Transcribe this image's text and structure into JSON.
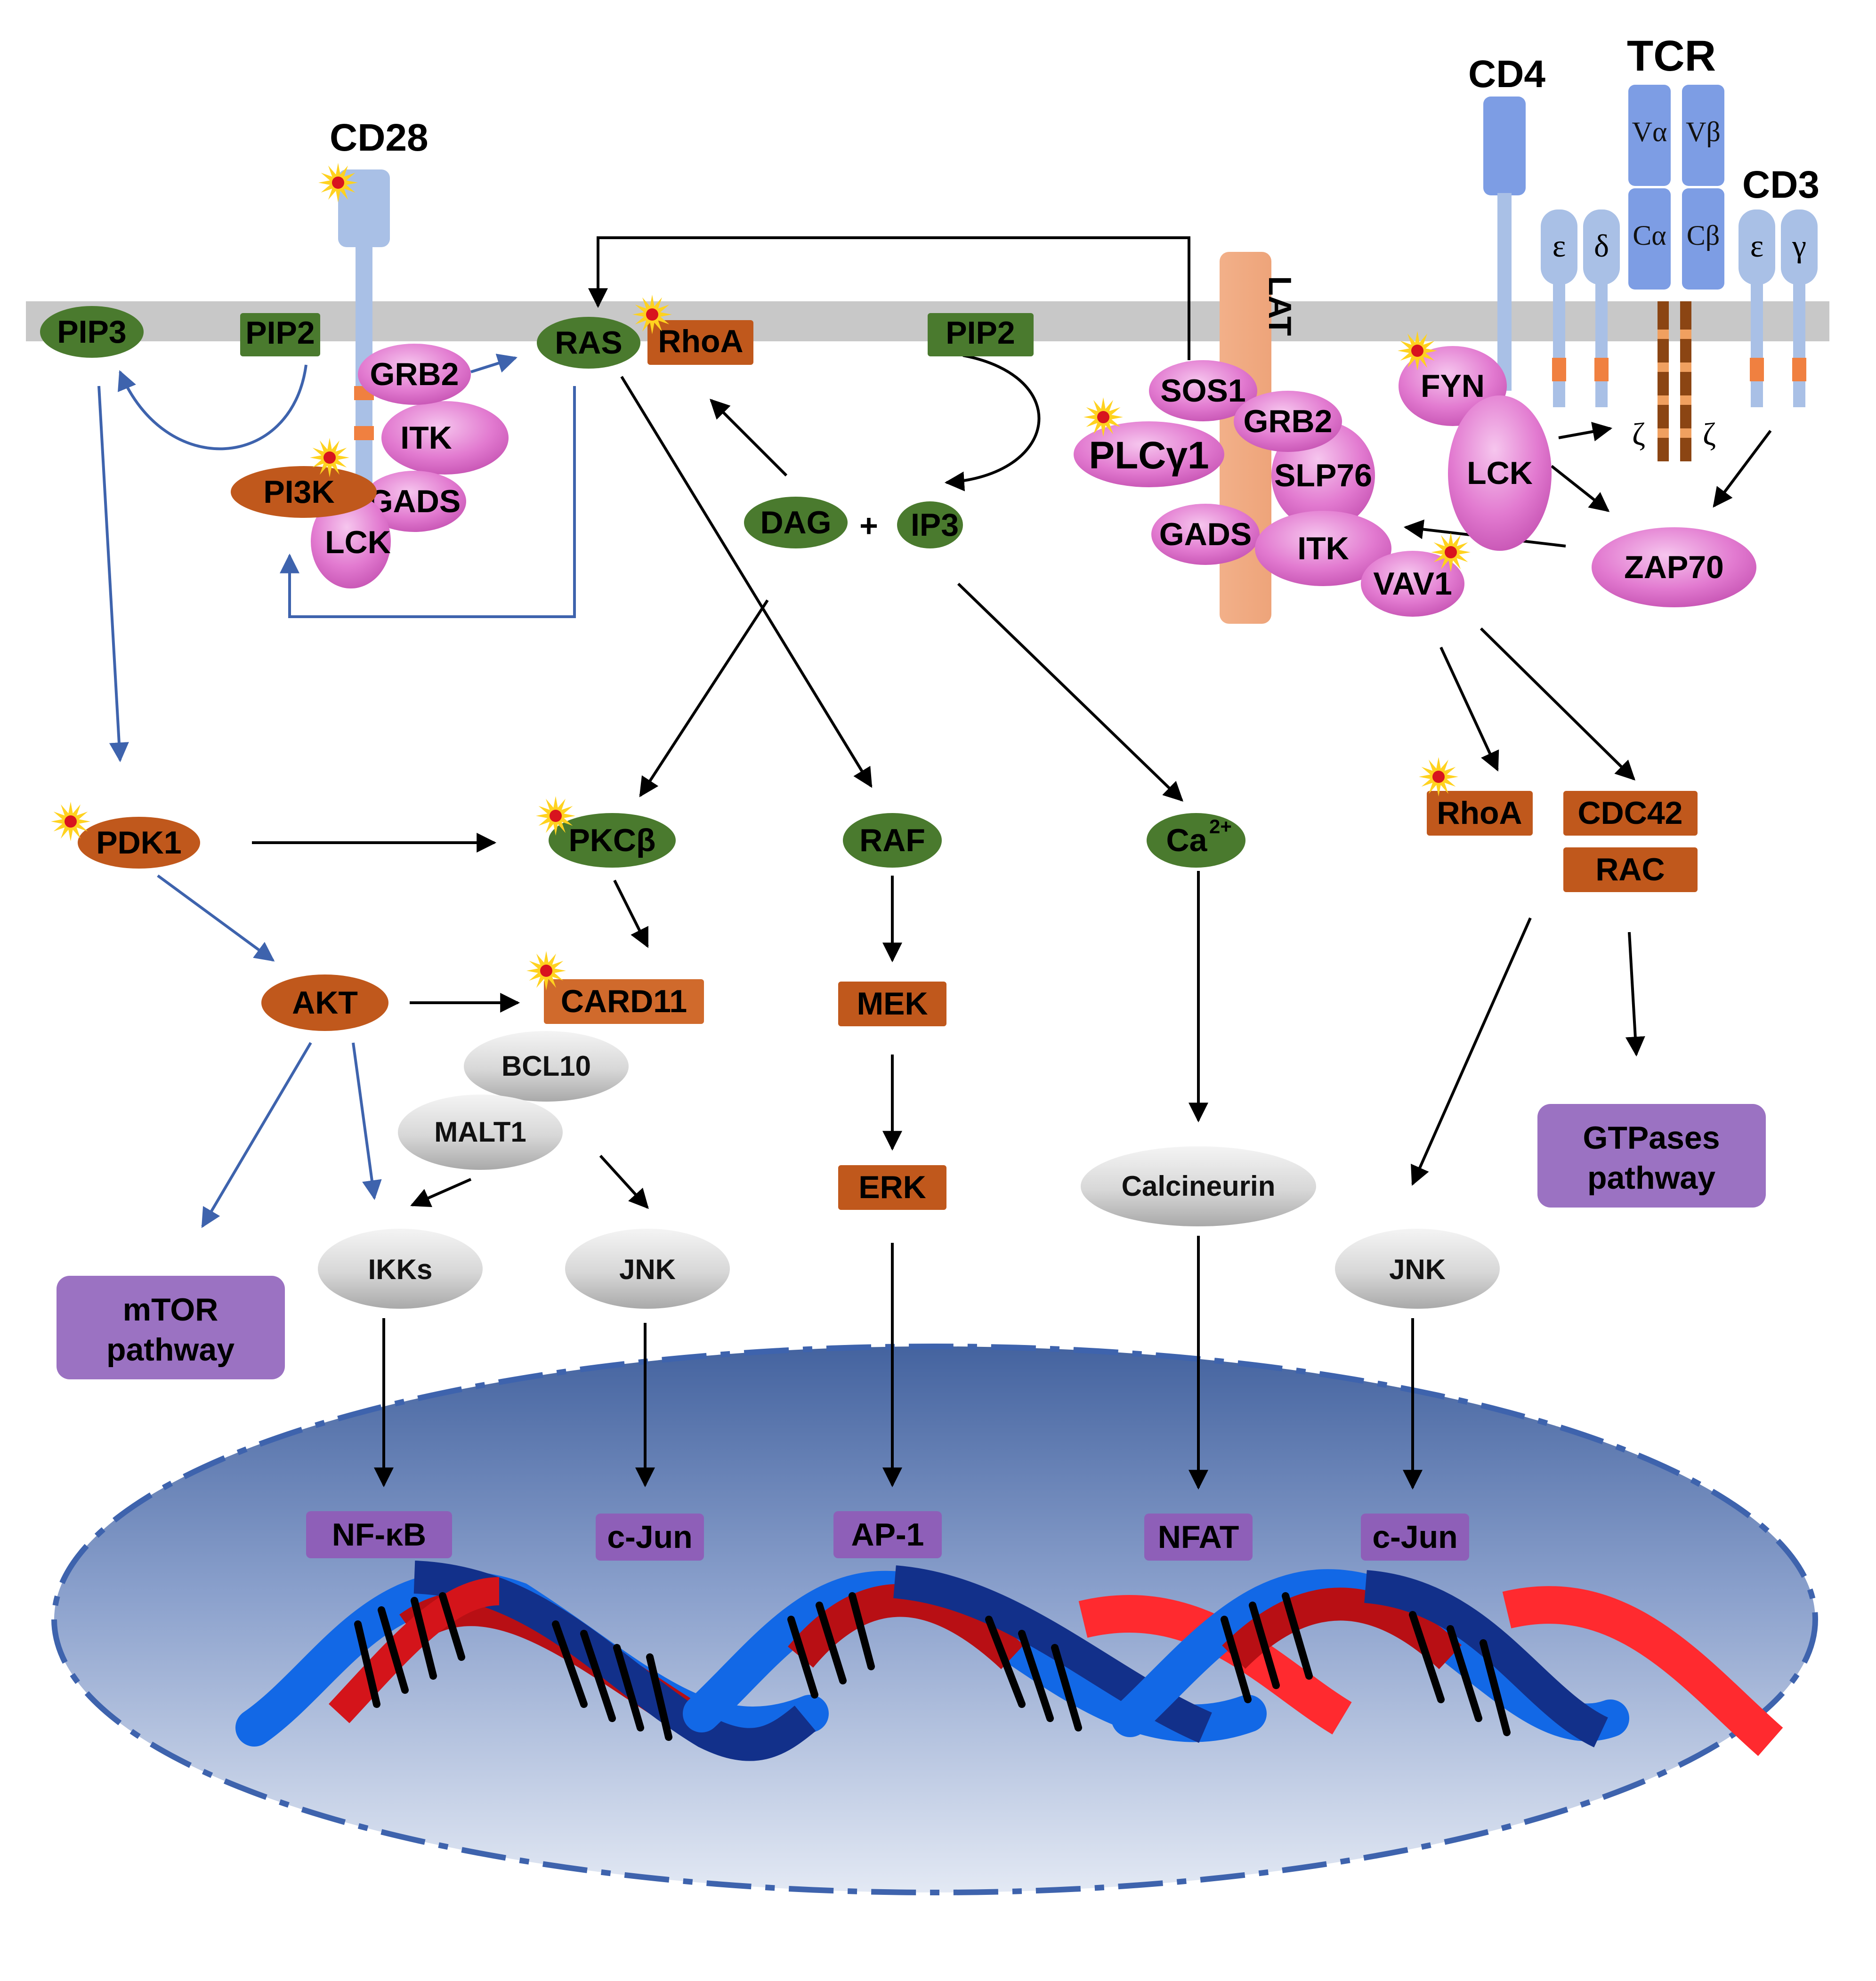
{
  "receptors": {
    "cd28": "CD28",
    "cd4": "CD4",
    "tcr": "TCR",
    "cd3": "CD3",
    "v_alpha": "Vα",
    "v_beta": "Vβ",
    "c_alpha": "Cα",
    "c_beta": "Cβ",
    "epsilon_1": "ε",
    "delta": "δ",
    "epsilon_2": "ε",
    "gamma": "γ",
    "zeta_1": "ζ",
    "zeta_2": "ζ"
  },
  "membrane": {
    "pip3": "PIP3",
    "pip2_left": "PIP2",
    "pip2_mid": "PIP2",
    "ras": "RAS",
    "rhoa_membrane": "RhoA",
    "lat": "LAT"
  },
  "cd28_complex": {
    "grb2": "GRB2",
    "itk": "ITK",
    "pi3k": "PI3K",
    "gads": "GADS",
    "lck": "LCK"
  },
  "lat_complex": {
    "sos1": "SOS1",
    "grb2": "GRB2",
    "plcg1": "PLCγ1",
    "slp76": "SLP76",
    "gads": "GADS",
    "itk": "ITK",
    "vav1": "VAV1",
    "fyn": "FYN",
    "lck": "LCK",
    "zap70": "ZAP70"
  },
  "second_messengers": {
    "dag": "DAG",
    "plus": "+",
    "ip3": "IP3",
    "ca": "Ca",
    "ca_sup": "2+"
  },
  "cytoplasm": {
    "pdk1": "PDK1",
    "pkcb": "PKCβ",
    "raf": "RAF",
    "rhoa": "RhoA",
    "cdc42": "CDC42",
    "rac": "RAC",
    "akt": "AKT",
    "card11": "CARD11",
    "bcl10": "BCL10",
    "malt1": "MALT1",
    "mek": "MEK",
    "erk": "ERK",
    "calcineurin": "Calcineurin",
    "ikks": "IKKs",
    "jnk_left": "JNK",
    "jnk_right": "JNK",
    "mtor": [
      "mTOR",
      "pathway"
    ],
    "gtpases": [
      "GTPases",
      "pathway"
    ]
  },
  "nucleus": {
    "nfkb": "NF-κB",
    "cjun_left": "c-Jun",
    "ap1": "AP-1",
    "nfat": "NFAT",
    "cjun_right": "c-Jun"
  },
  "colors": {
    "membrane": "#c8c8c8",
    "green": "#4a7a2e",
    "orange": "#c0581c",
    "pink": "#e27ad0",
    "purple": "#8e5fb8",
    "receptor_dark": "#7d9de4",
    "receptor_light": "#a9c0e6",
    "nucleus": "#6b86bd",
    "arrow_blue": "#3e63ad"
  }
}
